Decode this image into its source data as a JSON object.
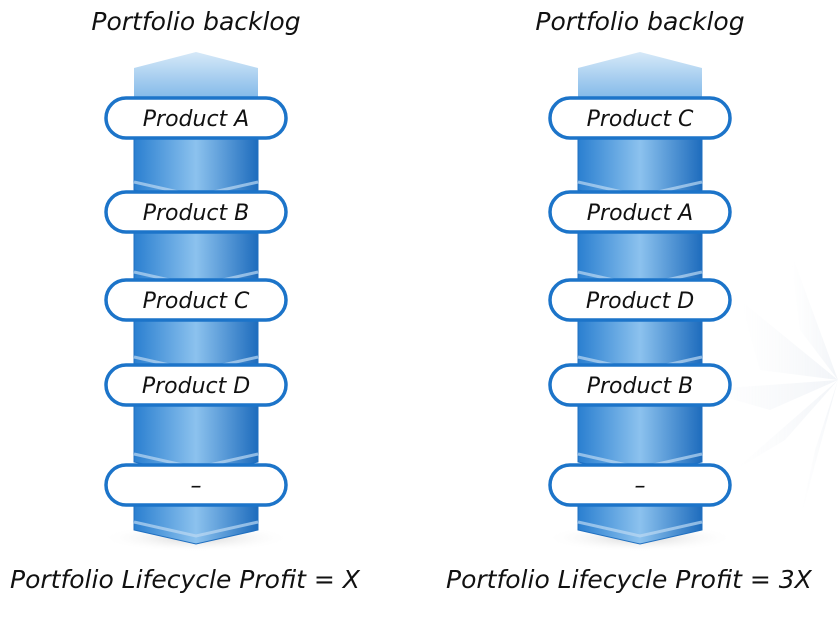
{
  "stacks": [
    {
      "title": "Portfolio backlog",
      "items": [
        "Product A",
        "Product B",
        "Product C",
        "Product D",
        "–"
      ],
      "profit_label": "Portfolio Lifecycle Profit = X"
    },
    {
      "title": "Portfolio backlog",
      "items": [
        "Product C",
        "Product A",
        "Product D",
        "Product B",
        "–"
      ],
      "profit_label": "Portfolio Lifecycle Profit = 3X"
    }
  ],
  "colors": {
    "block_light": "#bcd9f2",
    "block_mid": "#4f9fe0",
    "block_dark": "#1f6fc0",
    "pill_border": "#1c74c9",
    "pill_fill": "#ffffff",
    "shadow": "#d8d8d8"
  }
}
